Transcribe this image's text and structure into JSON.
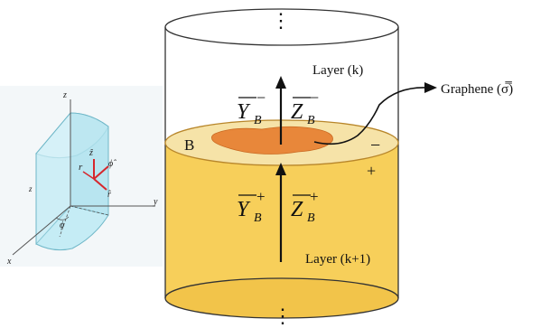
{
  "diagram": {
    "layer_top_label": "Layer (k)",
    "layer_bottom_label": "Layer (k+1)",
    "graphene_label": "Graphene (σ̿)",
    "interface_point_label": "B",
    "minus_sign": "−",
    "plus_sign": "+",
    "ellipsis_top": "⋮",
    "ellipsis_bottom": "⋮",
    "arrow_labels": {
      "Y_minus": {
        "base": "Y",
        "sub": "B",
        "sup": "−"
      },
      "Z_minus": {
        "base": "Z",
        "sub": "B",
        "sup": "−"
      },
      "Y_plus": {
        "base": "Y",
        "sub": "B",
        "sup": "+"
      },
      "Z_plus": {
        "base": "Z",
        "sub": "B",
        "sup": "+"
      }
    }
  },
  "inset": {
    "axis_x": "x",
    "axis_y": "y",
    "axis_z": "z",
    "side_z_label": "z",
    "phi_label": "ϕ",
    "r_label": "r",
    "phi_hat_label": "ϕ̂",
    "r_hat_label": "r̂",
    "z_hat_label": "ẑ"
  },
  "colors": {
    "yellow_layer": "#f7cf5a",
    "yellow_layer_edge": "#d9a935",
    "interface_fill": "#f6e3a8",
    "graphene_orange": "#e8873a",
    "inset_cyan": "#c5ecf5",
    "inset_edge": "#6fb7c8",
    "vector_red": "#d6262c"
  }
}
